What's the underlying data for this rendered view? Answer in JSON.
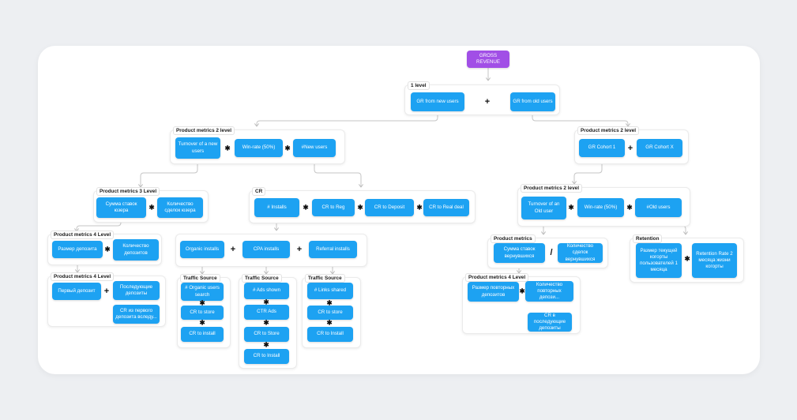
{
  "colors": {
    "node_blue": "#1da2f2",
    "node_purple": "#a14fe6",
    "connector": "#c6c6c6",
    "board": "#ffffff",
    "page_background": "#edeff2"
  },
  "operators": {
    "multiply": "✱",
    "plus": "+",
    "divide": "/"
  },
  "groups": {
    "level1": {
      "label": "1 level"
    },
    "pm2_left": {
      "label": "Product metrics 2 level"
    },
    "pm2_right": {
      "label": "Product metrics 2 level"
    },
    "pm3_left": {
      "label": "Product metrics 3 Level"
    },
    "cr": {
      "label": "CR"
    },
    "pm2_mid_right": {
      "label": "Product metrics 2 level"
    },
    "pm4_deposit": {
      "label": "Product metrics 4 Level"
    },
    "pm4_first": {
      "label": "Product metrics 4 Level"
    },
    "ts_organic": {
      "label": "Traffic Source"
    },
    "ts_ads": {
      "label": "Traffic Source"
    },
    "ts_referral": {
      "label": "Traffic Source"
    },
    "pm_returning": {
      "label": "Product metrics"
    },
    "retention": {
      "label": "Retention"
    },
    "pm4_repeat": {
      "label": "Product metrics 4 Level"
    }
  },
  "nodes": {
    "gross_revenue": {
      "text": "GROSS REVENUE"
    },
    "gr_from_new_users": {
      "text": "GR from new users"
    },
    "gr_from_old_users": {
      "text": "GR from old users"
    },
    "turnover_new_users": {
      "text": "Turnover of a new users"
    },
    "win_rate_new": {
      "text": "Win-rate (50%)"
    },
    "new_users": {
      "text": "#New users"
    },
    "gr_cohort_1": {
      "text": "GR Cohort 1"
    },
    "gr_cohort_x": {
      "text": "GR Cohort X"
    },
    "bets_sum_user": {
      "text": "Сумма ставок юзера"
    },
    "deals_count_user": {
      "text": "Количество сделок юзера"
    },
    "installs": {
      "text": "# Installs"
    },
    "cr_to_reg": {
      "text": "CR to Reg"
    },
    "cr_to_deposit": {
      "text": "CR to Deposit"
    },
    "cr_to_real_deal": {
      "text": "CR to Real deal"
    },
    "turnover_old_user": {
      "text": "Turnover of an Old user"
    },
    "win_rate_old": {
      "text": "Win-rate (50%)"
    },
    "old_users": {
      "text": "#Old users"
    },
    "deposit_size": {
      "text": "Размер депозита"
    },
    "deposits_count": {
      "text": "Количество депозитов"
    },
    "first_deposit": {
      "text": "Первый депозит"
    },
    "subsequent_deposits": {
      "text": "Последующие депозиты"
    },
    "cr_first_to_next": {
      "text": "CR из первого депозита вследу..."
    },
    "organic_installs": {
      "text": "Organic installs"
    },
    "cpa_installs": {
      "text": "CPA installs"
    },
    "referral_installs": {
      "text": "Referral installs"
    },
    "organic_users_search": {
      "text": "# Organic users search"
    },
    "cr_to_store_organic": {
      "text": "CR to store"
    },
    "cr_to_install_organic": {
      "text": "CR to install"
    },
    "ads_shown": {
      "text": "# Ads shown"
    },
    "ctr_ads": {
      "text": "CTR Ads"
    },
    "cr_to_store_ads": {
      "text": "CR to Store"
    },
    "cr_to_install_ads": {
      "text": "CR to Install"
    },
    "links_shared": {
      "text": "# Links shared"
    },
    "cr_to_store_referral": {
      "text": "CR to store"
    },
    "cr_to_install_referral": {
      "text": "CR to Install"
    },
    "returning_bets_sum": {
      "text": "Сумма ставок вернувшихся"
    },
    "returning_deals_count": {
      "text": "Количество сделок вернувшихся"
    },
    "current_cohort_size": {
      "text": "Размер текущей когорты пользователей 1 месяца"
    },
    "retention_rate": {
      "text": "Retention Rate 2 месяца жизни когорты"
    },
    "repeat_deposits_size": {
      "text": "Размер повторных депозитов"
    },
    "repeat_deposits_count": {
      "text": "Количество повторных депози..."
    },
    "cr_to_subsequent": {
      "text": "CR в последующие депозиты"
    }
  }
}
